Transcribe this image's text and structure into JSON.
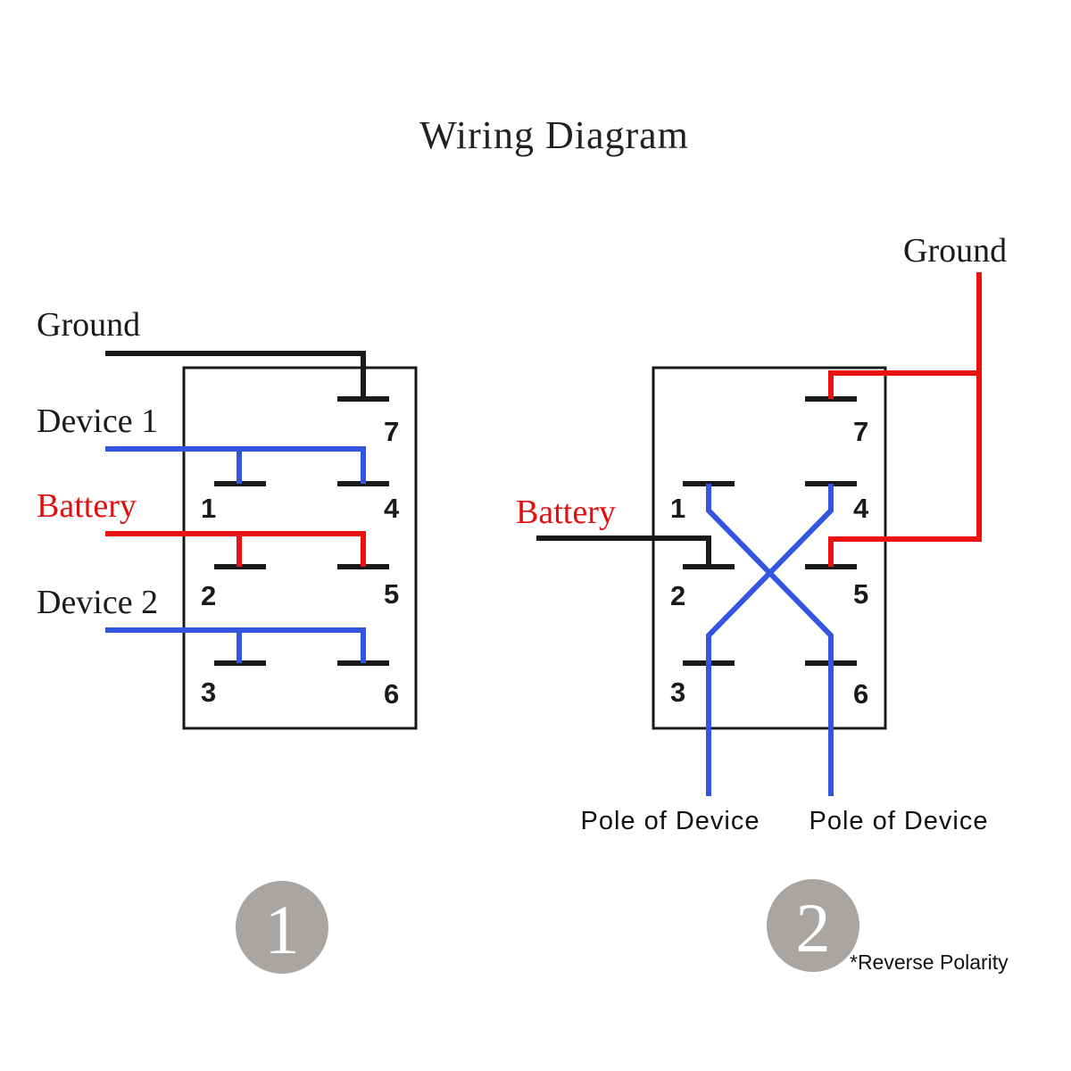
{
  "title": "Wiring Diagram",
  "colors": {
    "ground_wire": "#1a1a1a",
    "device_wire": "#3355e0",
    "battery_wire": "#ee1111",
    "battery_label": "#e01010",
    "badge": "#a8a5a3"
  },
  "diagram1": {
    "ground_label": "Ground",
    "device1_label": "Device 1",
    "battery_label": "Battery",
    "device2_label": "Device 2",
    "pins": [
      "7",
      "1",
      "4",
      "2",
      "5",
      "3",
      "6"
    ],
    "badge": "1"
  },
  "diagram2": {
    "ground_label": "Ground",
    "battery_label": "Battery",
    "pins": [
      "7",
      "1",
      "4",
      "2",
      "5",
      "3",
      "6"
    ],
    "pole_left_label": "Pole of Device",
    "pole_right_label": "Pole of Device",
    "badge": "2",
    "note": "*Reverse Polarity"
  }
}
